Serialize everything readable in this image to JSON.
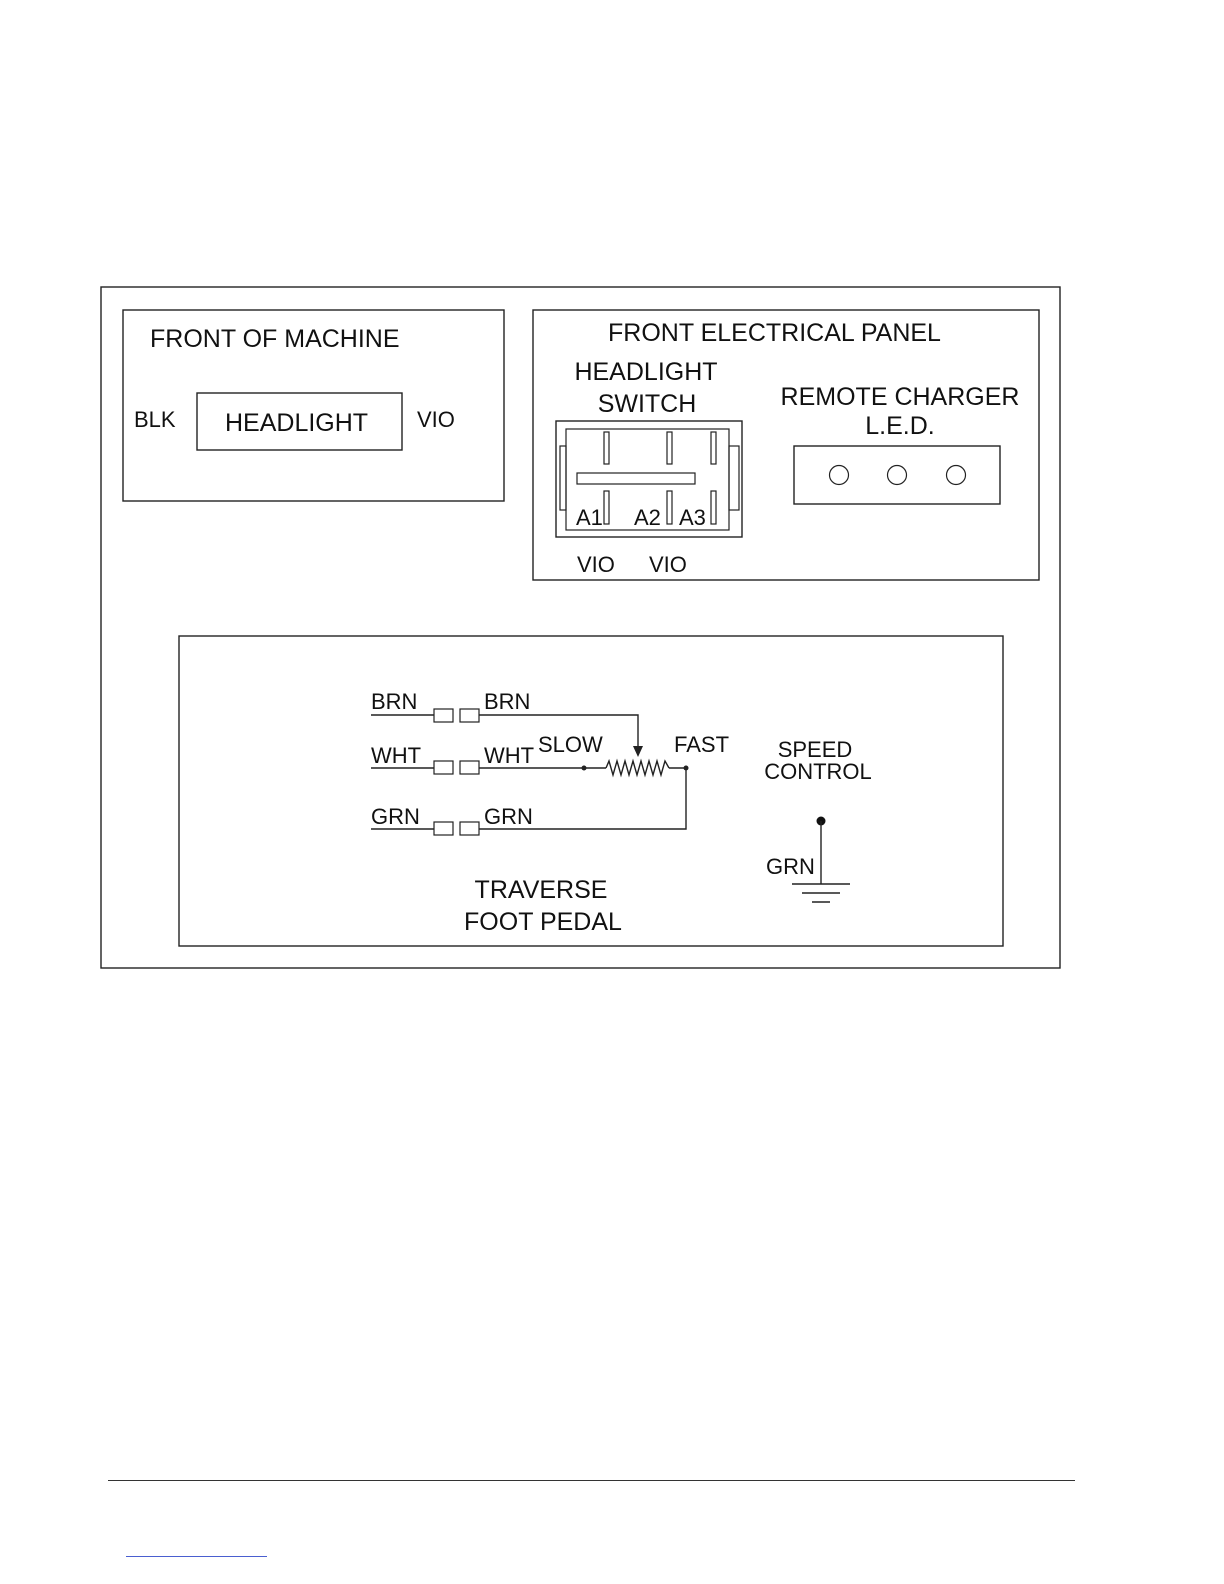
{
  "front_of_machine": {
    "title": "FRONT OF MACHINE",
    "headlight_label": "HEADLIGHT",
    "wire_left": "BLK",
    "wire_right": "VIO"
  },
  "front_panel": {
    "title": "FRONT ELECTRICAL PANEL",
    "switch_title_line1": "HEADLIGHT",
    "switch_title_line2": "SWITCH",
    "terminals": [
      "A1",
      "A2",
      "A3"
    ],
    "wire_a1": "VIO",
    "wire_a2": "VIO",
    "charger_line1": "REMOTE CHARGER",
    "charger_line2": "L.E.D."
  },
  "foot_pedal": {
    "title_line1": "TRAVERSE",
    "title_line2": "FOOT PEDAL",
    "wires": [
      {
        "left": "BRN",
        "right": "BRN"
      },
      {
        "left": "WHT",
        "right": "WHT"
      },
      {
        "left": "GRN",
        "right": "GRN"
      }
    ],
    "slow_label": "SLOW",
    "fast_label": "FAST",
    "speed_line1": "SPEED",
    "speed_line2": "CONTROL",
    "ground_wire": "GRN"
  }
}
